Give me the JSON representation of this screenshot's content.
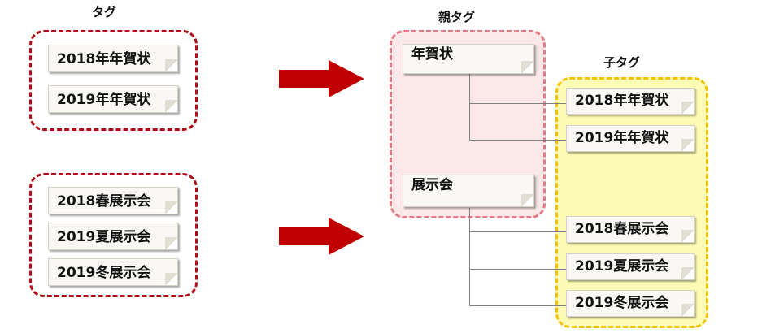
{
  "headings": {
    "tags": "タグ",
    "parent_tags": "親タグ",
    "child_tags": "子タグ"
  },
  "source_groups": [
    {
      "tags": [
        "2018年年賀状",
        "2019年年賀状"
      ]
    },
    {
      "tags": [
        "2018春展示会",
        "2019夏展示会",
        "2019冬展示会"
      ]
    }
  ],
  "parent_tags": [
    {
      "label": "年賀状",
      "children": [
        "2018年年賀状",
        "2019年年賀状"
      ]
    },
    {
      "label": "展示会",
      "children": [
        "2018春展示会",
        "2019夏展示会",
        "2019冬展示会"
      ]
    }
  ],
  "colors": {
    "source_border": "#b00d16",
    "parent_border": "#e07a86",
    "parent_fill": "#fbe9ea",
    "child_border": "#f2c200",
    "child_fill": "#fdfbb5",
    "arrow": "#c00000",
    "connector": "#808080"
  }
}
